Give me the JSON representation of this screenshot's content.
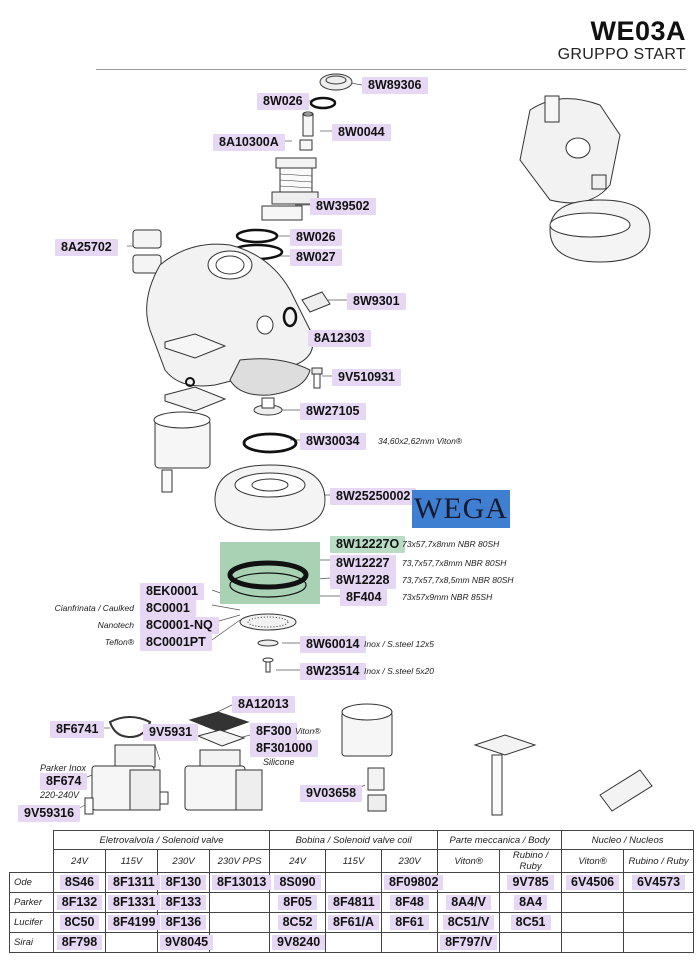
{
  "header": {
    "title": "WE03A",
    "subtitle": "GRUPPO START"
  },
  "brand": {
    "logo_text": "WEGA",
    "accent": "#3f7fd2",
    "tag_bg": "#e6d8f4",
    "tag_green_bg": "#b9dcc4"
  },
  "parts": {
    "p8W89306": "8W89306",
    "p8W026a": "8W026",
    "p8W0044": "8W0044",
    "p8A10300A": "8A10300A",
    "p8W39502": "8W39502",
    "p8A25702": "8A25702",
    "p8W026b": "8W026",
    "p8W027": "8W027",
    "p8W9301": "8W9301",
    "p8A12303": "8A12303",
    "p9V510931": "9V510931",
    "p8W27105": "8W27105",
    "p8W30034": "8W30034",
    "p8W25250002": "8W25250002",
    "p8W12227O": "8W12227O",
    "p8W12227": "8W12227",
    "p8W12228": "8W12228",
    "p8F404": "8F404",
    "p8EK0001": "8EK0001",
    "p8C0001": "8C0001",
    "p8C0001NQ": "8C0001-NQ",
    "p8C0001PT": "8C0001PT",
    "p8W60014": "8W60014",
    "p8W23514": "8W23514",
    "p8A12013": "8A12013",
    "p8F6741": "8F6741",
    "p9V5931": "9V5931",
    "p8F300": "8F300",
    "p8F301000": "8F301000",
    "p8F674": "8F674",
    "p9V59316": "9V59316",
    "p9V03658": "9V03658"
  },
  "notes": {
    "n8W30034": "34,60x2,62mm Viton®",
    "n8W12227O": "73x57,7x8mm NBR 80SH",
    "n8W12227": "73,7x57,7x8mm NBR 80SH",
    "n8W12228": "73,7x57,7x8,5mm NBR 80SH",
    "n8F404": "73x57x9mm NBR 85SH",
    "nCaulked": "Cianfrinata / Caulked",
    "nNanotech": "Nanotech",
    "nTeflon": "Teflon®",
    "n8W60014": "Inox / S.steel 12x5",
    "n8W23514": "Inox / S.steel 5x20",
    "n8F300": "Viton®",
    "n8F301000": "Silicone",
    "nParkerInox": "Parker Inox",
    "nVoltage": "220-240V"
  },
  "table": {
    "groups": [
      "Eletrovalvola / Solenoid valve",
      "Bobina / Solenoid valve coil",
      "Parte meccanica / Body",
      "Nucleo / Nucleos"
    ],
    "subheaders": [
      "24V",
      "115V",
      "230V",
      "230V PPS",
      "24V",
      "115V",
      "230V",
      "Viton®",
      "Rubino / Ruby",
      "Viton®",
      "Rubino / Ruby"
    ],
    "rows": [
      {
        "label": "Ode",
        "cells": [
          "8S46",
          "8F1311",
          "8F130",
          "8F13013",
          "8S090",
          "",
          "8F09802",
          "",
          "9V785",
          "6V4506",
          "6V4573"
        ]
      },
      {
        "label": "Parker",
        "cells": [
          "8F132",
          "8F1331",
          "8F133",
          "",
          "8F05",
          "8F4811",
          "8F48",
          "8A4/V",
          "8A4",
          "",
          ""
        ]
      },
      {
        "label": "Lucifer",
        "cells": [
          "8C50",
          "8F4199",
          "8F136",
          "",
          "8C52",
          "8F61/A",
          "8F61",
          "8C51/V",
          "8C51",
          "",
          ""
        ]
      },
      {
        "label": "Sirai",
        "cells": [
          "8F798",
          "",
          "9V8045",
          "",
          "9V8240",
          "",
          "",
          "8F797/V",
          "",
          "",
          ""
        ]
      }
    ]
  }
}
